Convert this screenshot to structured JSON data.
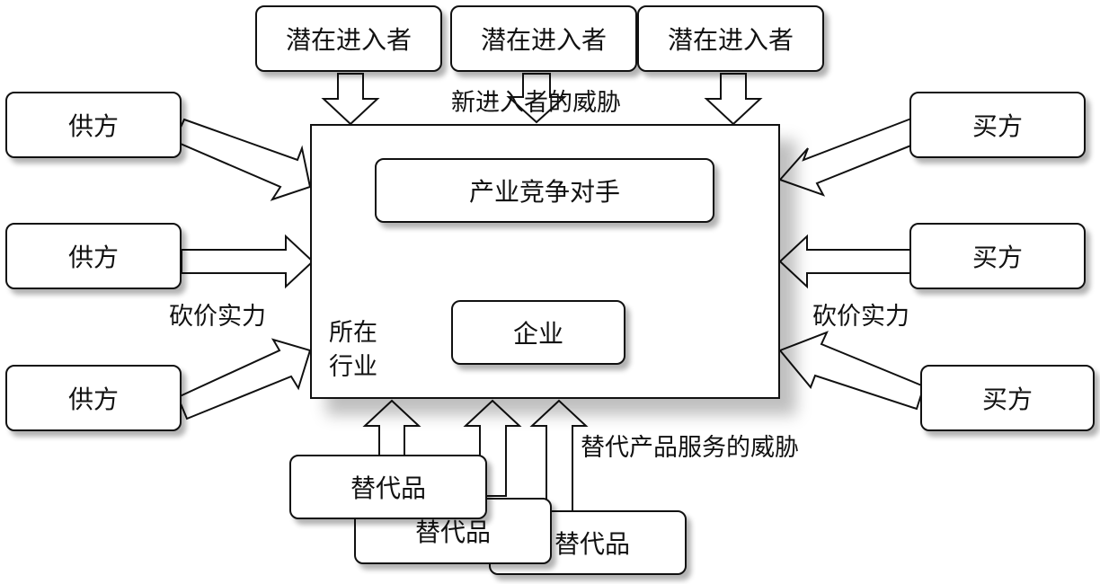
{
  "entrants": [
    "潜在进入者",
    "潜在进入者",
    "潜在进入者"
  ],
  "entrant_threat_label": "新进入者的威胁",
  "suppliers": [
    "供方",
    "供方",
    "供方"
  ],
  "supplier_power_label": "砍价实力",
  "buyers": [
    "买方",
    "买方",
    "买方"
  ],
  "buyer_power_label": "砍价实力",
  "industry": {
    "label": "所在行业",
    "rivals": "产业竞争对手",
    "firm": "企业"
  },
  "substitutes": [
    "替代品",
    "替代品",
    "替代品"
  ],
  "substitute_threat_label": "替代产品服务的威胁"
}
